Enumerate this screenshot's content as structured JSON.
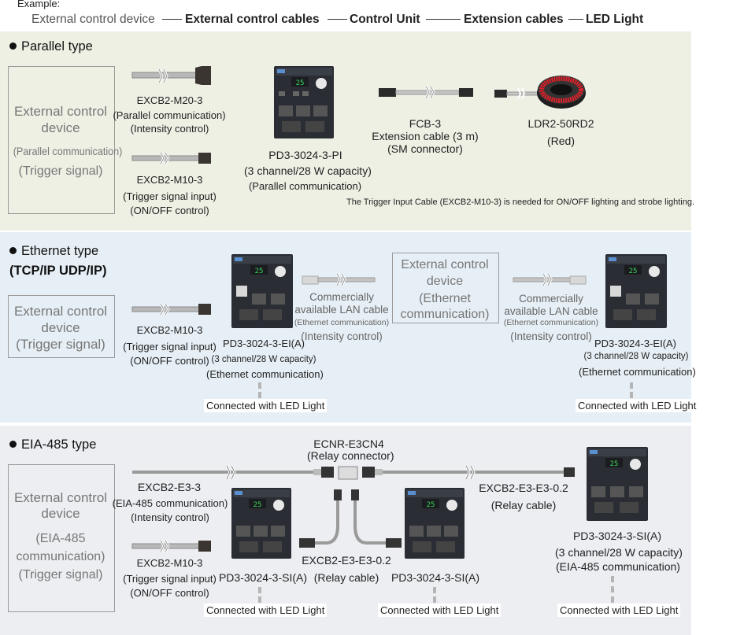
{
  "header": {
    "example_label": "Example:",
    "chain": [
      {
        "text": "External control device",
        "bold": false
      },
      {
        "text": "External control cables",
        "bold": true
      },
      {
        "text": "Control Unit",
        "bold": true
      },
      {
        "text": "Extension cables",
        "bold": true
      },
      {
        "text": "LED Light",
        "bold": true
      }
    ]
  },
  "parallel": {
    "title": "Parallel type",
    "ext_device": [
      "External control",
      "device",
      "(Parallel communication)",
      "(Trigger signal)"
    ],
    "cable1": {
      "model": "EXCB2-M20-3",
      "line1": "(Parallel communication)",
      "line2": "(Intensity control)"
    },
    "cable2": {
      "model": "EXCB2-M10-3",
      "line1": "(Trigger signal input)",
      "line2": "(ON/OFF control)"
    },
    "unit": {
      "model": "PD3-3024-3-PI",
      "line1": "(3 channel/28 W capacity)",
      "line2": "(Parallel communication)"
    },
    "ext_cable": {
      "model": "FCB-3",
      "line1": "Extension cable (3 m)",
      "line2": "(SM connector)"
    },
    "light": {
      "model": "LDR2-50RD2",
      "line1": "(Red)"
    },
    "note": "The Trigger Input Cable (EXCB2-M10-3) is needed for ON/OFF lighting and strobe lighting."
  },
  "ethernet": {
    "title_line1": "Ethernet type",
    "title_line2": "(TCP/IP UDP/IP)",
    "ext_device_left": [
      "External control",
      "device",
      "(Trigger signal)"
    ],
    "cable": {
      "model": "EXCB2-M10-3",
      "line1": "(Trigger signal input)",
      "line2": "(ON/OFF control)"
    },
    "unit_left": {
      "model": "PD3-3024-3-EI(A)",
      "line1": "(3 channel/28 W capacity)",
      "line2": "(Ethernet communication)"
    },
    "lan_left": {
      "line1": "Commercially",
      "line2": "available LAN cable",
      "line3": "(Ethernet communication)",
      "line4": "(Intensity control)"
    },
    "ext_device_center": [
      "External control",
      "device",
      "(Ethernet",
      "communication)"
    ],
    "lan_right": {
      "line1": "Commercially",
      "line2": "available LAN cable",
      "line3": "(Ethernet communication)",
      "line4": "(Intensity control)"
    },
    "unit_right": {
      "model": "PD3-3024-3-EI(A)",
      "line1": "(3 channel/28 W capacity)",
      "line2": "(Ethernet communication)"
    },
    "connected": "Connected with LED Light"
  },
  "eia485": {
    "title": "EIA-485 type",
    "ext_device": [
      "External control",
      "device",
      "(EIA-485",
      "communication)",
      "(Trigger signal)"
    ],
    "cable1": {
      "model": "EXCB2-E3-3",
      "line1": "(EIA-485 communication)",
      "line2": "(Intensity control)"
    },
    "cable2": {
      "model": "EXCB2-M10-3",
      "line1": "(Trigger signal input)",
      "line2": "(ON/OFF control)"
    },
    "relay_connector": {
      "model": "ECNR-E3CN4",
      "line1": "(Relay connector)"
    },
    "relay_cable_center": {
      "model": "EXCB2-E3-E3-0.2",
      "line1": "(Relay cable)"
    },
    "relay_cable_right": {
      "model": "EXCB2-E3-E3-0.2",
      "line1": "(Relay cable)"
    },
    "unit": "PD3-3024-3-SI(A)",
    "unit_right": {
      "model": "PD3-3024-3-SI(A)",
      "line1": "(3 channel/28 W capacity)",
      "line2": "(EIA-485 communication)"
    },
    "connected": "Connected with LED Light"
  },
  "colors": {
    "parallel_bg": "#eef0e4",
    "ethernet_bg": "#e6eff5",
    "eia_bg": "#edeef2",
    "led_red": "#e0202a",
    "device_dark": "#2a2d33",
    "display_green": "#3bd45a"
  }
}
